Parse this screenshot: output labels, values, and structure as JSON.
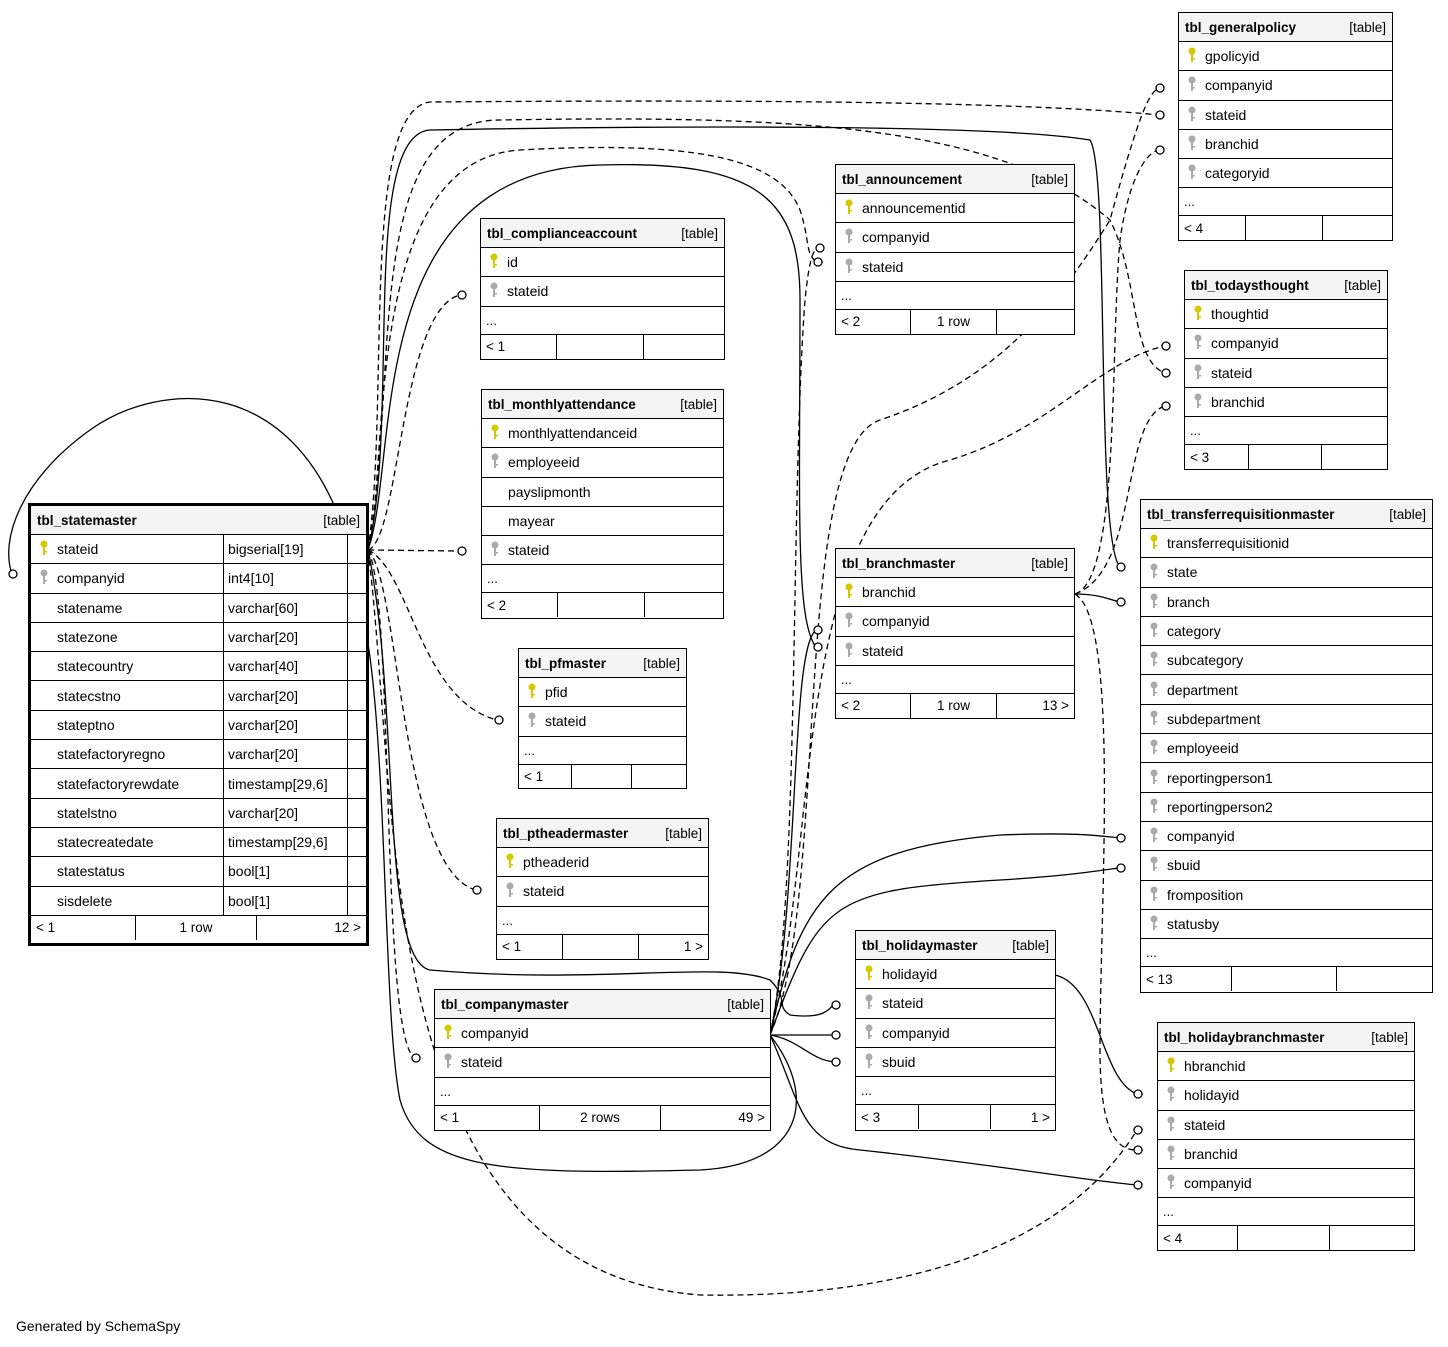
{
  "footer": "Generated by SchemaSpy",
  "colors": {
    "primary_key": "#d4c800",
    "foreign_key": "#aaaaaa",
    "header_bg": "#f4f4f4"
  },
  "tables": {
    "statemaster": {
      "name": "tbl_statemaster",
      "type": "[table]",
      "columns": [
        {
          "name": "stateid",
          "dtype": "bigserial[19]",
          "key": "pk"
        },
        {
          "name": "companyid",
          "dtype": "int4[10]",
          "key": "fk"
        },
        {
          "name": "statename",
          "dtype": "varchar[60]",
          "key": ""
        },
        {
          "name": "statezone",
          "dtype": "varchar[20]",
          "key": ""
        },
        {
          "name": "statecountry",
          "dtype": "varchar[40]",
          "key": ""
        },
        {
          "name": "statecstno",
          "dtype": "varchar[20]",
          "key": ""
        },
        {
          "name": "stateptno",
          "dtype": "varchar[20]",
          "key": ""
        },
        {
          "name": "statefactoryregno",
          "dtype": "varchar[20]",
          "key": ""
        },
        {
          "name": "statefactoryrewdate",
          "dtype": "timestamp[29,6]",
          "key": ""
        },
        {
          "name": "statelstno",
          "dtype": "varchar[20]",
          "key": ""
        },
        {
          "name": "statecreatedate",
          "dtype": "timestamp[29,6]",
          "key": ""
        },
        {
          "name": "statestatus",
          "dtype": "bool[1]",
          "key": ""
        },
        {
          "name": "sisdelete",
          "dtype": "bool[1]",
          "key": ""
        }
      ],
      "more": "",
      "footer": [
        "< 1",
        "1 row",
        "12 >"
      ]
    },
    "complianceaccount": {
      "name": "tbl_complianceaccount",
      "type": "[table]",
      "columns": [
        {
          "name": "id",
          "key": "pk"
        },
        {
          "name": "stateid",
          "key": "fk"
        }
      ],
      "more": "...",
      "footer": [
        "< 1",
        "",
        ""
      ]
    },
    "monthlyattendance": {
      "name": "tbl_monthlyattendance",
      "type": "[table]",
      "columns": [
        {
          "name": "monthlyattendanceid",
          "key": "pk"
        },
        {
          "name": "employeeid",
          "key": "fk"
        },
        {
          "name": "payslipmonth",
          "key": ""
        },
        {
          "name": "mayear",
          "key": ""
        },
        {
          "name": "stateid",
          "key": "fk"
        }
      ],
      "more": "...",
      "footer": [
        "< 2",
        "",
        ""
      ]
    },
    "pfmaster": {
      "name": "tbl_pfmaster",
      "type": "[table]",
      "columns": [
        {
          "name": "pfid",
          "key": "pk"
        },
        {
          "name": "stateid",
          "key": "fk"
        }
      ],
      "more": "...",
      "footer": [
        "< 1",
        "",
        ""
      ]
    },
    "ptheadermaster": {
      "name": "tbl_ptheadermaster",
      "type": "[table]",
      "columns": [
        {
          "name": "ptheaderid",
          "key": "pk"
        },
        {
          "name": "stateid",
          "key": "fk"
        }
      ],
      "more": "...",
      "footer": [
        "< 1",
        "",
        "1 >"
      ]
    },
    "companymaster": {
      "name": "tbl_companymaster",
      "type": "[table]",
      "columns": [
        {
          "name": "companyid",
          "key": "pk"
        },
        {
          "name": "stateid",
          "key": "fk"
        }
      ],
      "more": "...",
      "footer": [
        "< 1",
        "2 rows",
        "49 >"
      ]
    },
    "announcement": {
      "name": "tbl_announcement",
      "type": "[table]",
      "columns": [
        {
          "name": "announcementid",
          "key": "pk"
        },
        {
          "name": "companyid",
          "key": "fk"
        },
        {
          "name": "stateid",
          "key": "fk"
        }
      ],
      "more": "...",
      "footer": [
        "< 2",
        "1 row",
        ""
      ]
    },
    "branchmaster": {
      "name": "tbl_branchmaster",
      "type": "[table]",
      "columns": [
        {
          "name": "branchid",
          "key": "pk"
        },
        {
          "name": "companyid",
          "key": "fk"
        },
        {
          "name": "stateid",
          "key": "fk"
        }
      ],
      "more": "...",
      "footer": [
        "< 2",
        "1 row",
        "13 >"
      ]
    },
    "holidaymaster": {
      "name": "tbl_holidaymaster",
      "type": "[table]",
      "columns": [
        {
          "name": "holidayid",
          "key": "pk"
        },
        {
          "name": "stateid",
          "key": "fk"
        },
        {
          "name": "companyid",
          "key": "fk"
        },
        {
          "name": "sbuid",
          "key": "fk"
        }
      ],
      "more": "...",
      "footer": [
        "< 3",
        "",
        "1 >"
      ]
    },
    "generalpolicy": {
      "name": "tbl_generalpolicy",
      "type": "[table]",
      "columns": [
        {
          "name": "gpolicyid",
          "key": "pk"
        },
        {
          "name": "companyid",
          "key": "fk"
        },
        {
          "name": "stateid",
          "key": "fk"
        },
        {
          "name": "branchid",
          "key": "fk"
        },
        {
          "name": "categoryid",
          "key": "fk"
        }
      ],
      "more": "...",
      "footer": [
        "< 4",
        "",
        ""
      ]
    },
    "todaysthought": {
      "name": "tbl_todaysthought",
      "type": "[table]",
      "columns": [
        {
          "name": "thoughtid",
          "key": "pk"
        },
        {
          "name": "companyid",
          "key": "fk"
        },
        {
          "name": "stateid",
          "key": "fk"
        },
        {
          "name": "branchid",
          "key": "fk"
        }
      ],
      "more": "...",
      "footer": [
        "< 3",
        "",
        ""
      ]
    },
    "transferrequisitionmaster": {
      "name": "tbl_transferrequisitionmaster",
      "type": "[table]",
      "columns": [
        {
          "name": "transferrequisitionid",
          "key": "pk"
        },
        {
          "name": "state",
          "key": "fk"
        },
        {
          "name": "branch",
          "key": "fk"
        },
        {
          "name": "category",
          "key": "fk"
        },
        {
          "name": "subcategory",
          "key": "fk"
        },
        {
          "name": "department",
          "key": "fk"
        },
        {
          "name": "subdepartment",
          "key": "fk"
        },
        {
          "name": "employeeid",
          "key": "fk"
        },
        {
          "name": "reportingperson1",
          "key": "fk"
        },
        {
          "name": "reportingperson2",
          "key": "fk"
        },
        {
          "name": "companyid",
          "key": "fk"
        },
        {
          "name": "sbuid",
          "key": "fk"
        },
        {
          "name": "fromposition",
          "key": "fk"
        },
        {
          "name": "statusby",
          "key": "fk"
        }
      ],
      "more": "...",
      "footer": [
        "< 13",
        "",
        ""
      ]
    },
    "holidaybranchmaster": {
      "name": "tbl_holidaybranchmaster",
      "type": "[table]",
      "columns": [
        {
          "name": "hbranchid",
          "key": "pk"
        },
        {
          "name": "holidayid",
          "key": "fk"
        },
        {
          "name": "stateid",
          "key": "fk"
        },
        {
          "name": "branchid",
          "key": "fk"
        },
        {
          "name": "companyid",
          "key": "fk"
        }
      ],
      "more": "...",
      "footer": [
        "< 4",
        "",
        ""
      ]
    }
  }
}
